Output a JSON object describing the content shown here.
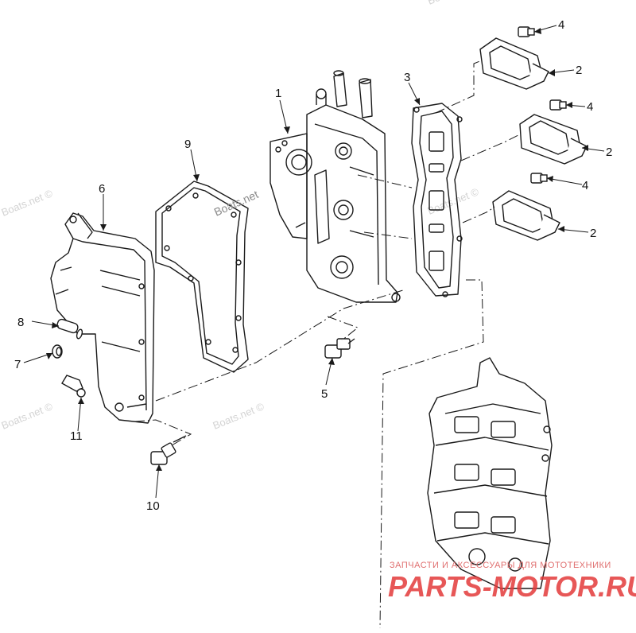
{
  "callouts": [
    {
      "id": "1",
      "label": "1"
    },
    {
      "id": "2a",
      "label": "2"
    },
    {
      "id": "2b",
      "label": "2"
    },
    {
      "id": "2c",
      "label": "2"
    },
    {
      "id": "3",
      "label": "3"
    },
    {
      "id": "4a",
      "label": "4"
    },
    {
      "id": "4b",
      "label": "4"
    },
    {
      "id": "4c",
      "label": "4"
    },
    {
      "id": "5",
      "label": "5"
    },
    {
      "id": "6",
      "label": "6"
    },
    {
      "id": "7",
      "label": "7"
    },
    {
      "id": "8",
      "label": "8"
    },
    {
      "id": "9",
      "label": "9"
    },
    {
      "id": "10",
      "label": "10"
    },
    {
      "id": "11",
      "label": "11"
    }
  ],
  "watermarks": {
    "main": "Boats.net",
    "faint": "Boats.net ©"
  },
  "brand": {
    "tagline": "ЗАПЧАСТИ И АКСЕССУАРЫ ДЛЯ МОТОТЕХНИКИ",
    "logo": "PARTS-MOTOR.RU",
    "color": "#e33a3a"
  },
  "colors": {
    "line": "#1a1a1a",
    "background": "#ffffff"
  }
}
